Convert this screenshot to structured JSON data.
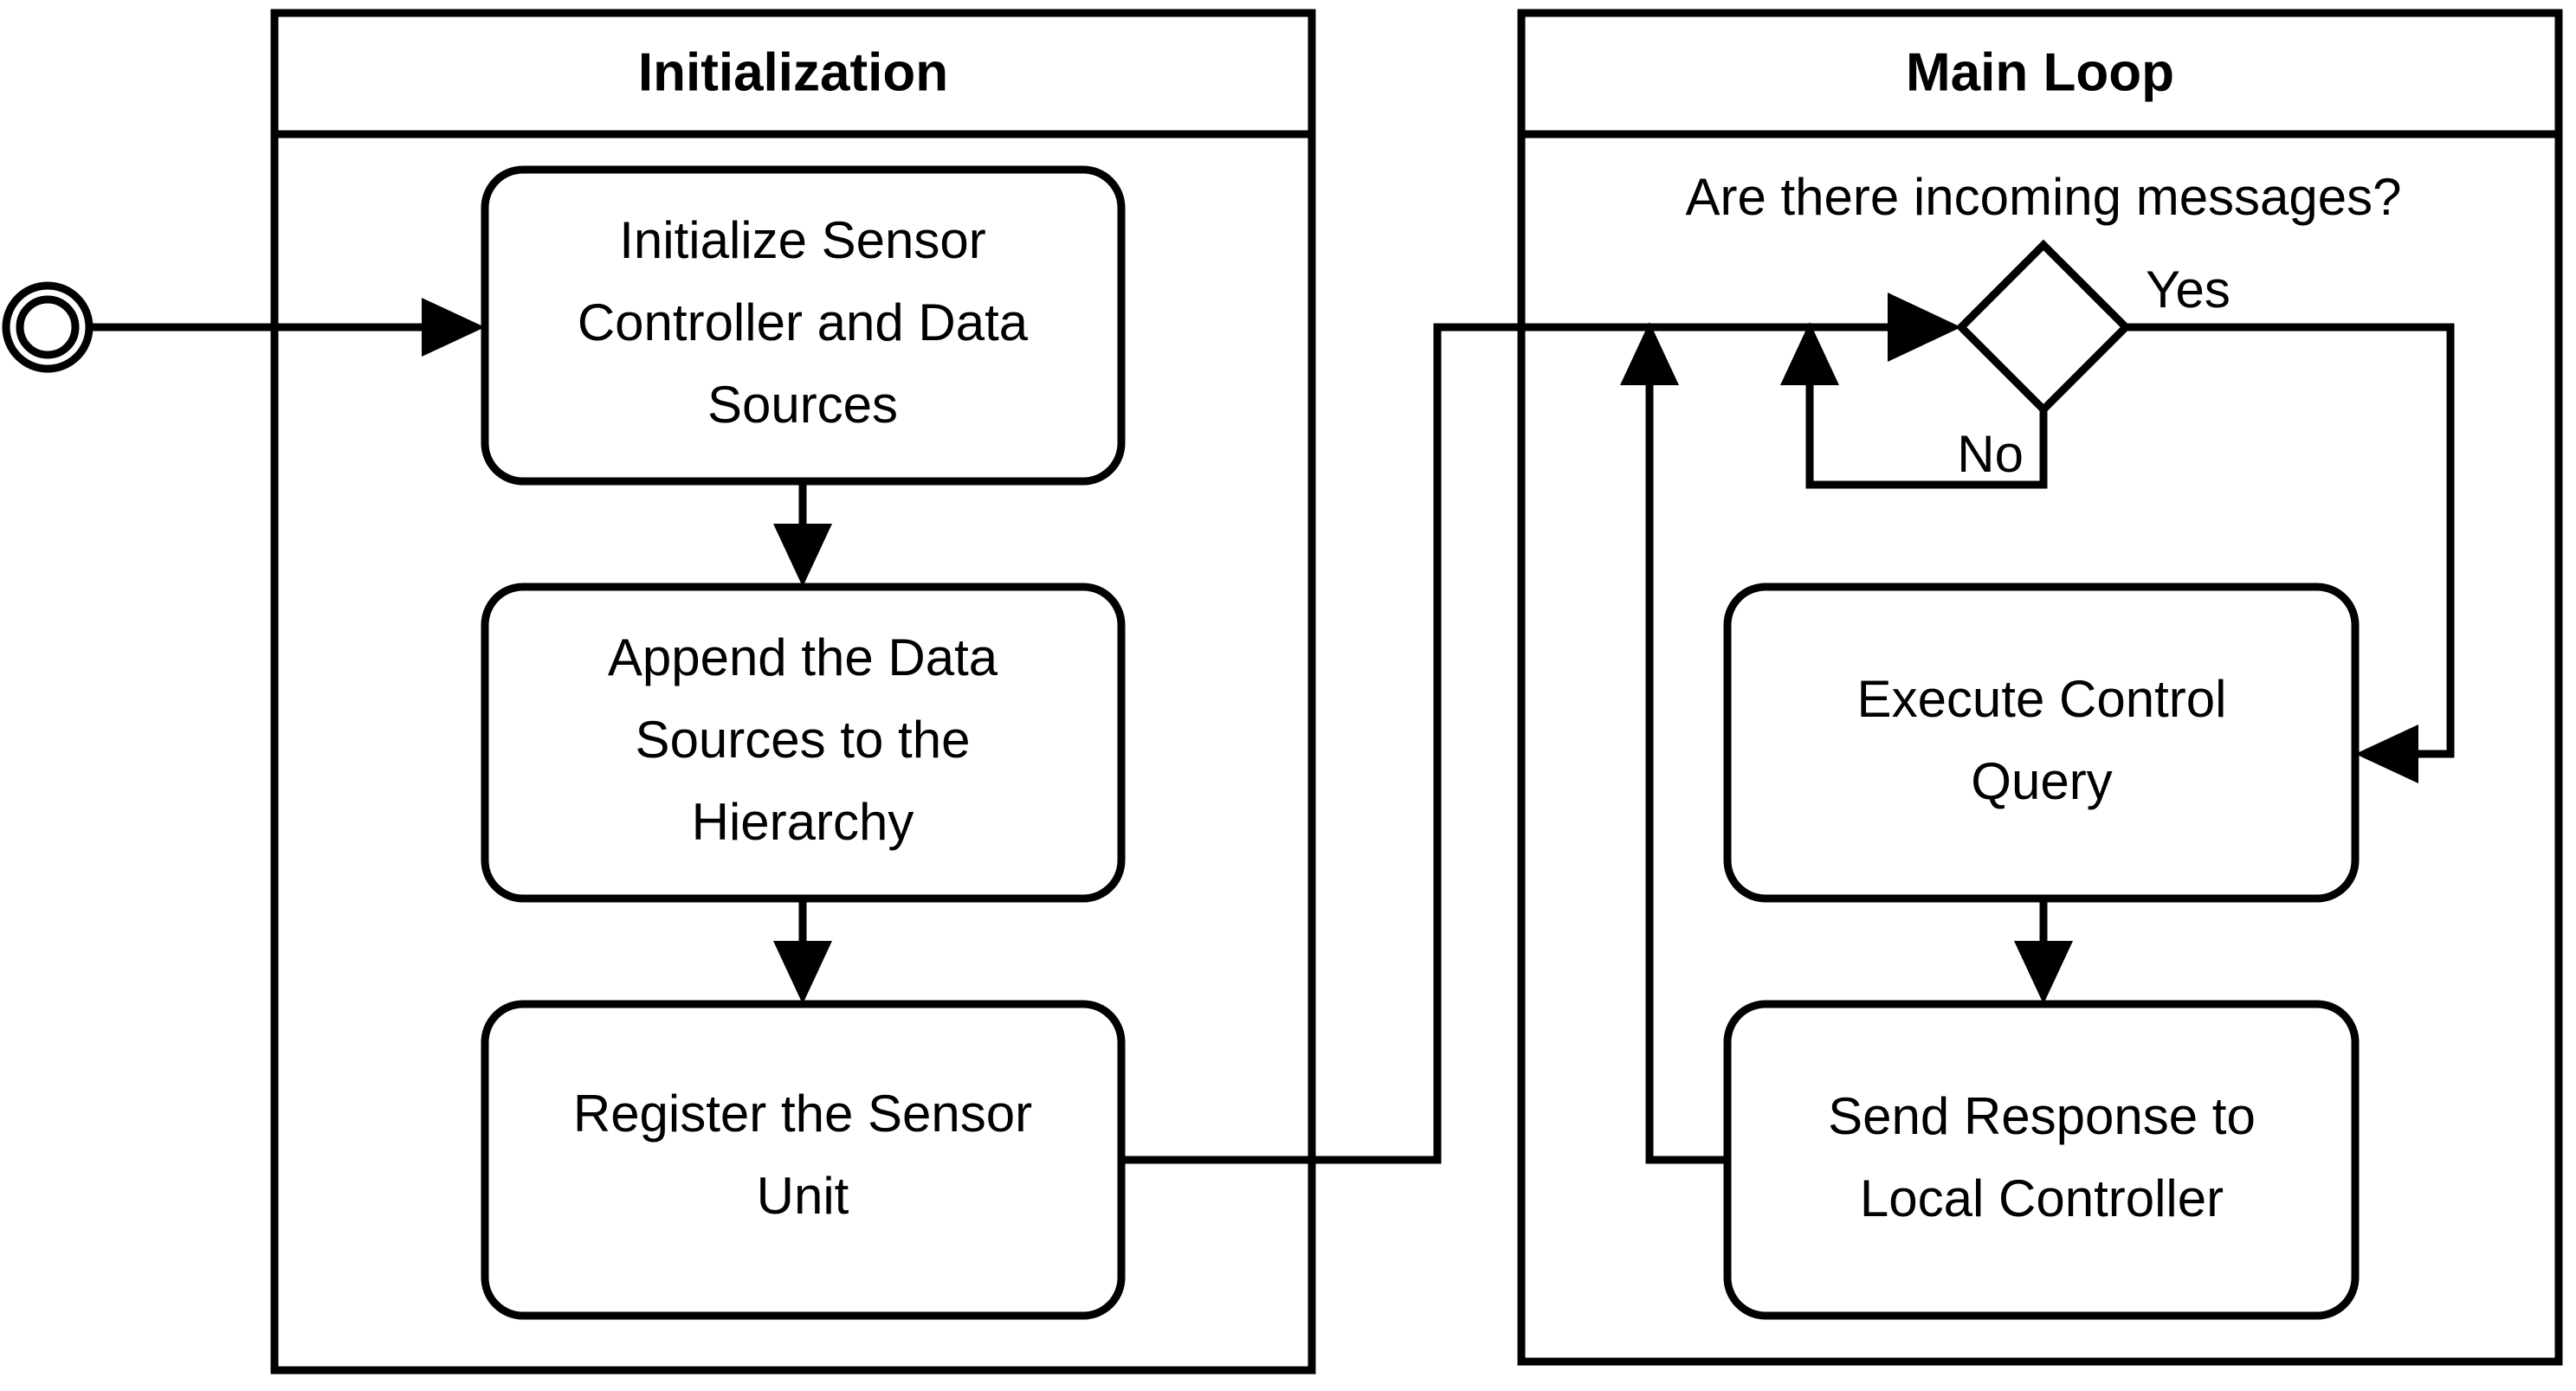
{
  "diagram": {
    "type": "uml-activity-diagram",
    "background_color": "#ffffff",
    "line_color": "#000000",
    "partitions": [
      {
        "id": "initialization",
        "title": "Initialization",
        "actions": [
          {
            "id": "init-sensor",
            "label": "Initialize Sensor Controller and Data Sources",
            "lines": [
              "Initialize Sensor",
              "Controller and Data",
              "Sources"
            ]
          },
          {
            "id": "append-sources",
            "label": "Append the Data Sources to the Hierarchy",
            "lines": [
              "Append the Data",
              "Sources to the",
              "Hierarchy"
            ]
          },
          {
            "id": "register-unit",
            "label": "Register the Sensor Unit",
            "lines": [
              "Register the Sensor",
              "Unit"
            ]
          }
        ]
      },
      {
        "id": "main-loop",
        "title": "Main Loop",
        "decision": {
          "id": "incoming-messages",
          "question": "Are there incoming messages?",
          "guards": [
            {
              "id": "guard-yes",
              "label": "Yes"
            },
            {
              "id": "guard-no",
              "label": "No"
            }
          ]
        },
        "actions": [
          {
            "id": "execute-query",
            "label": "Execute Control Query",
            "lines": [
              "Execute Control",
              "Query"
            ]
          },
          {
            "id": "send-response",
            "label": "Send Response to Local Controller",
            "lines": [
              "Send Response to",
              "Local Controller"
            ]
          }
        ]
      }
    ],
    "initial_node": {
      "id": "initial-node",
      "name": "initial-node"
    },
    "flows": [
      {
        "from": "initial-node",
        "to": "init-sensor"
      },
      {
        "from": "init-sensor",
        "to": "append-sources"
      },
      {
        "from": "append-sources",
        "to": "register-unit"
      },
      {
        "from": "register-unit",
        "to": "incoming-messages"
      },
      {
        "from": "incoming-messages",
        "to": "execute-query",
        "guard": "Yes"
      },
      {
        "from": "incoming-messages",
        "to": "incoming-messages",
        "guard": "No"
      },
      {
        "from": "execute-query",
        "to": "send-response"
      },
      {
        "from": "send-response",
        "to": "incoming-messages"
      }
    ]
  }
}
